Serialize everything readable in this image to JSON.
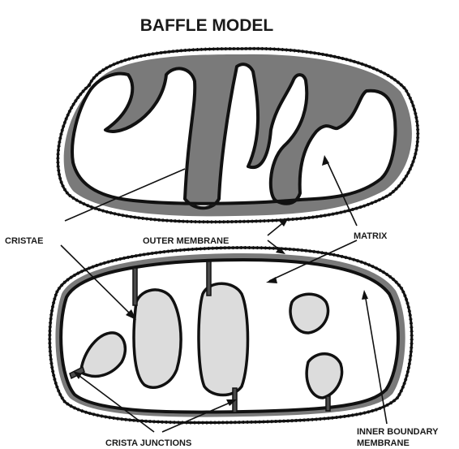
{
  "title": "BAFFLE MODEL",
  "labels": {
    "cristae": "CRISTAE",
    "outer_membrane": "OUTER MEMBRANE",
    "matrix": "MATRIX",
    "crista_junctions": "CRISTA JUNCTIONS",
    "inner_boundary_line1": "INNER BOUNDARY",
    "inner_boundary_line2": "MEMBRANE"
  },
  "colors": {
    "membrane": "#111111",
    "intermembrane_space": "#7a7a7a",
    "crista_lumen": "#dcdcdc",
    "matrix": "#ffffff"
  }
}
